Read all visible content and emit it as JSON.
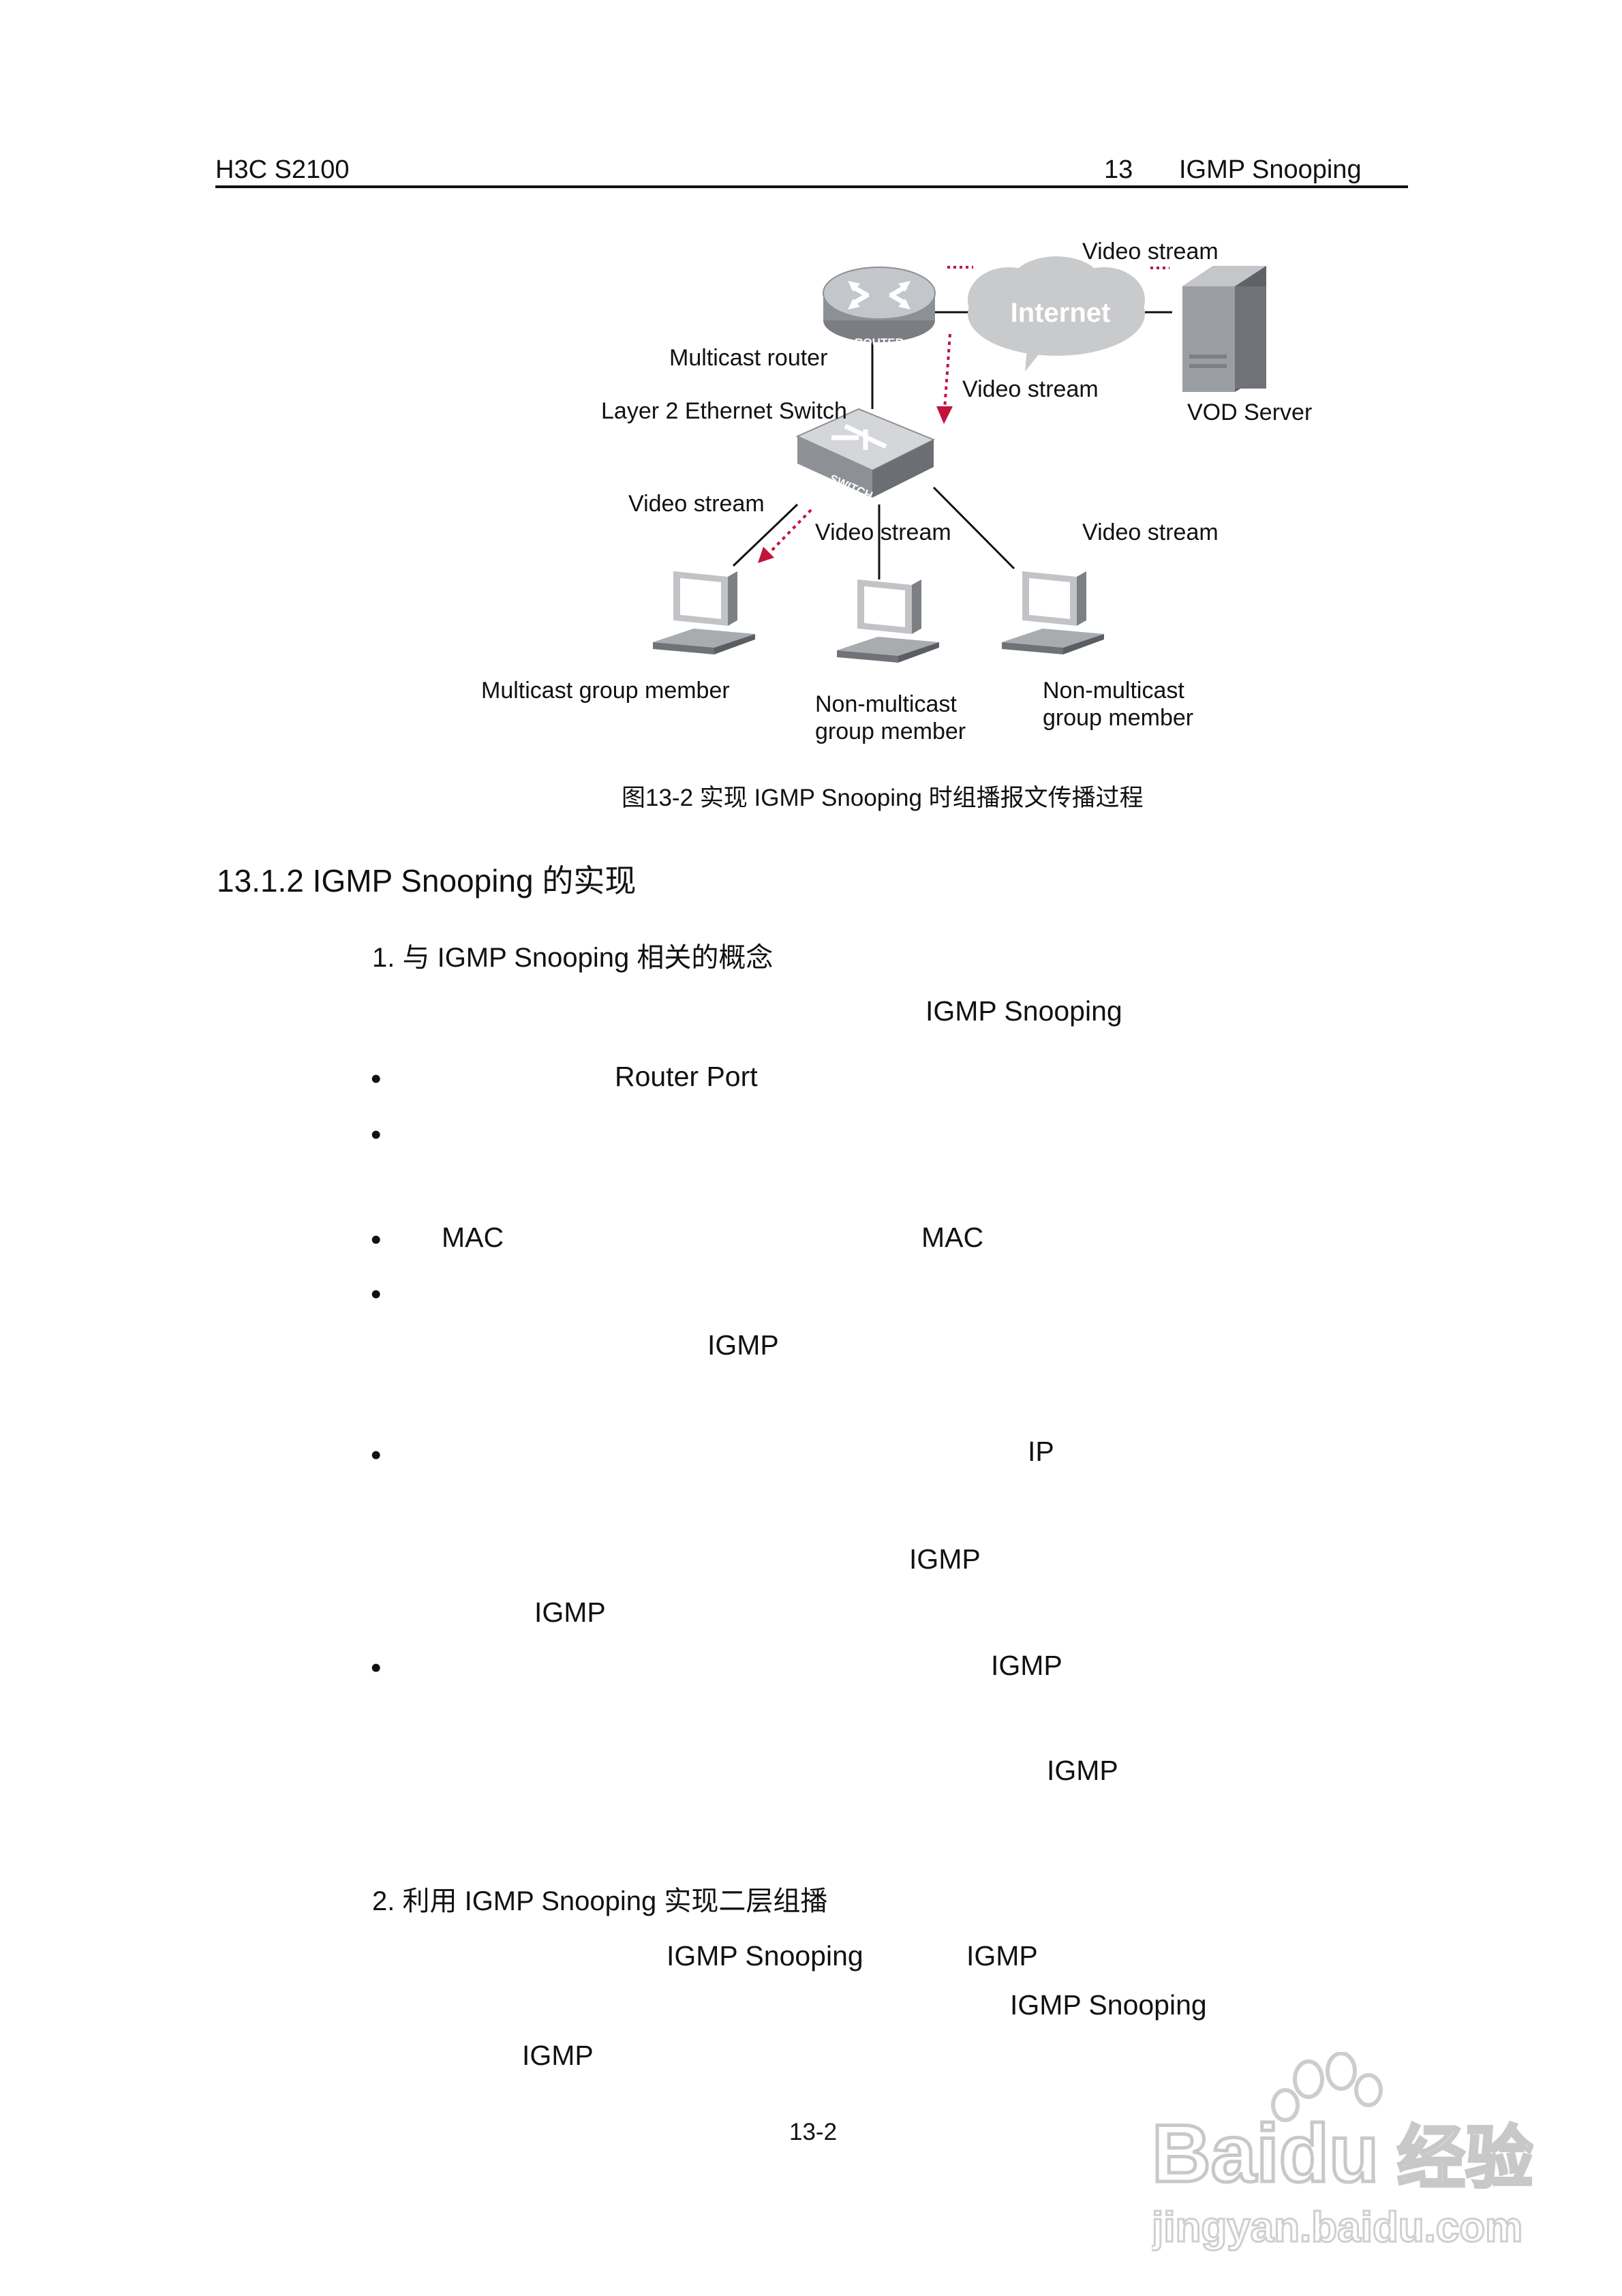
{
  "header": {
    "left": "H3C S2100",
    "chapter_num": "13",
    "chapter_title": "IGMP Snooping"
  },
  "figure": {
    "router_label": "ROUTER",
    "internet_label": "Internet",
    "switch_label": "SWITCH",
    "labels": {
      "video_stream_top": "Video stream",
      "multicast_router": "Multicast router",
      "video_stream_mid": "Video stream",
      "vod_server": "VOD Server",
      "layer2_switch": "Layer 2 Ethernet Switch",
      "video_stream_left": "Video stream",
      "video_stream_center": "Video stream",
      "video_stream_right": "Video stream",
      "multicast_group_member": "Multicast group member",
      "non_multicast_1a": "Non-multicast",
      "non_multicast_1b": "group member",
      "non_multicast_2a": "Non-multicast",
      "non_multicast_2b": "group member"
    },
    "caption": "图13-2  实现 IGMP Snooping 时组播报文传播过程"
  },
  "section": {
    "title": "13.1.2  IGMP Snooping 的实现"
  },
  "sub1": {
    "title": "1. 与 IGMP Snooping 相关的概念"
  },
  "fragments": {
    "f1": "IGMP Snooping",
    "f2": "Router Port",
    "f3a": "MAC",
    "f3b": "MAC",
    "f4": "IGMP",
    "f5": "IP",
    "f6": "IGMP",
    "f7": "IGMP",
    "f8": "IGMP",
    "f9": "IGMP"
  },
  "bullet_char": "•",
  "sub2": {
    "title": "2. 利用 IGMP Snooping 实现二层组播"
  },
  "fragments2": {
    "g1": "IGMP Snooping",
    "g2": "IGMP",
    "g3": "IGMP Snooping",
    "g4": "IGMP"
  },
  "footer": {
    "page": "13-2"
  },
  "watermark": {
    "brand": "Baidu",
    "brand_cn": "经验",
    "url": "jingyan.baidu.com"
  },
  "colors": {
    "stream_arrow": "#c0143c",
    "line": "#111111"
  }
}
